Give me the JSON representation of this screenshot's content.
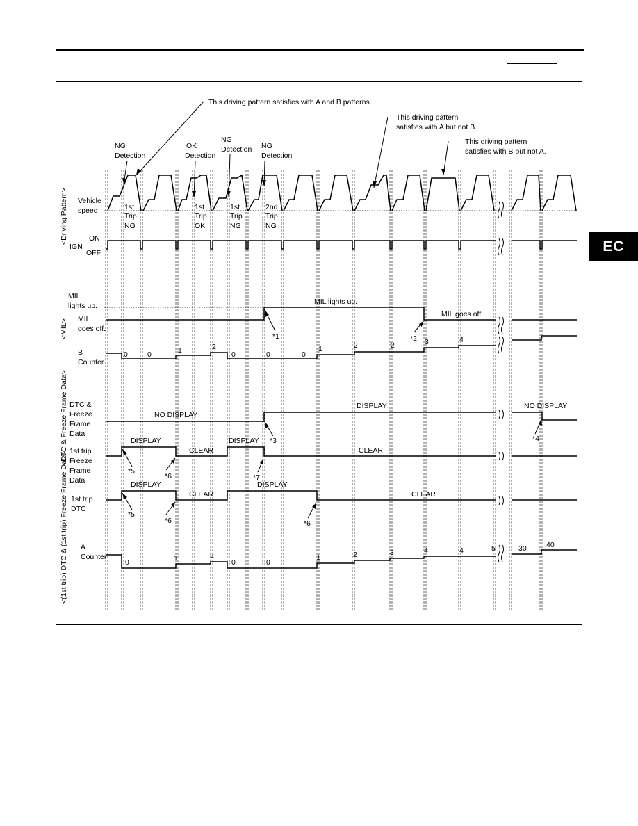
{
  "page": {
    "tab_label": "EC"
  },
  "callouts": {
    "ab": "This driving pattern satisfies with A and B patterns.",
    "a_not_b_1": "This driving pattern",
    "a_not_b_2": "satisfies with A but not B.",
    "b_not_a_1": "This driving pattern",
    "b_not_a_2": "satisfies with B but not A."
  },
  "detections": {
    "ng1_a": "NG",
    "ng1_b": "Detection",
    "ok_a": "OK",
    "ok_b": "Detection",
    "ng2_a": "NG",
    "ng2_b": "Detection",
    "ng3_a": "NG",
    "ng3_b": "Detection"
  },
  "trips": {
    "t1_a": "1st",
    "t1_b": "Trip",
    "t1_c": "NG",
    "t2_a": "1st",
    "t2_b": "Trip",
    "t2_c": "OK",
    "t3_a": "1st",
    "t3_b": "Trip",
    "t3_c": "NG",
    "t4_a": "2nd",
    "t4_b": "Trip",
    "t4_c": "NG"
  },
  "side_labels": {
    "driving_pattern": "<Driving Pattern>",
    "mil": "<MIL>",
    "dtc_freeze": "<DTC & Freeze Frame Data>",
    "first_trip": "<(1st trip) DTC & (1st trip) Freeze Frame Data>"
  },
  "row_labels": {
    "vehicle_1": "Vehicle",
    "vehicle_2": "speed",
    "ign": "IGN",
    "on": "ON",
    "off": "OFF",
    "mil_up_1": "MIL",
    "mil_up_2": "lights up.",
    "mil_off_1": "MIL",
    "mil_off_2": "goes off.",
    "b_1": "B",
    "b_2": "Counter",
    "dtc_1": "DTC &",
    "dtc_2": "Freeze",
    "dtc_3": "Frame",
    "dtc_4": "Data",
    "ff_1": "1st trip",
    "ff_2": "Freeze",
    "ff_3": "Frame",
    "ff_4": "Data",
    "td_1": "1st trip",
    "td_2": "DTC",
    "a_1": "A",
    "a_2": "Counter"
  },
  "states": {
    "mil_lights_up": "MIL lights up.",
    "mil_goes_off": "MIL goes off.",
    "no_display_1": "NO DISPLAY",
    "display_1": "DISPLAY",
    "no_display_2": "NO DISPLAY",
    "ff_display_1": "DISPLAY",
    "ff_clear_1": "CLEAR",
    "ff_display_2": "DISPLAY",
    "ff_clear_2": "CLEAR",
    "td_display_1": "DISPLAY",
    "td_clear_1": "CLEAR",
    "td_display_2": "DISPLAY",
    "td_clear_2": "CLEAR"
  },
  "notes": {
    "n1": "*1",
    "n2": "*2",
    "n3": "*3",
    "n4": "*4",
    "n5a": "*5",
    "n5b": "*5",
    "n6a": "*6",
    "n6b": "*6",
    "n6c": "*6",
    "n7": "*7"
  },
  "b_counter": [
    "0",
    "0",
    "1",
    "2",
    "0",
    "0",
    "0",
    "1",
    "2",
    "2",
    "3",
    "4"
  ],
  "a_counter": [
    "0",
    "1",
    "2",
    "0",
    "0",
    "1",
    "2",
    "3",
    "4",
    "4",
    "5",
    "30",
    "40"
  ]
}
